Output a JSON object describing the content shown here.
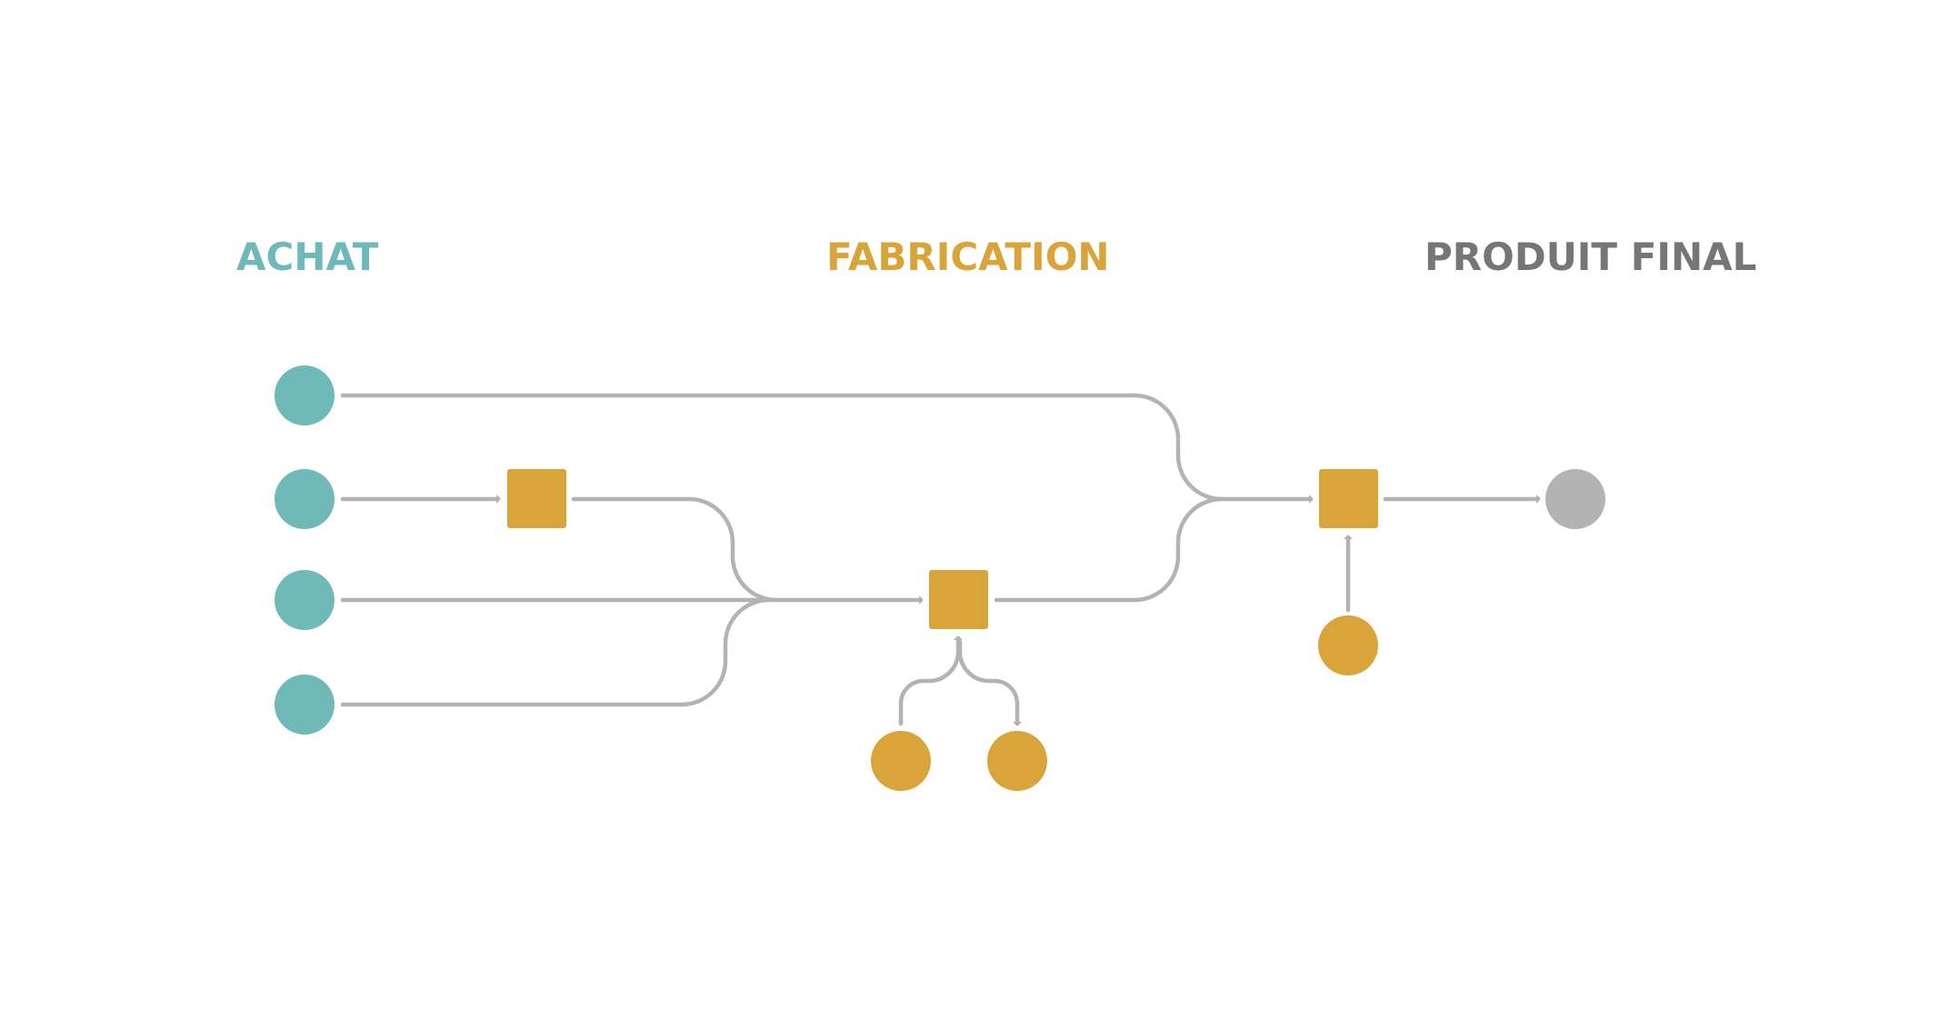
{
  "headers": {
    "purchase": "ACHAT",
    "manufacturing": "FABRICATION",
    "final_product": "PRODUIT FINAL"
  },
  "colors": {
    "purchase": "#6fb9b9",
    "manufacturing": "#d9a53a",
    "final_product": "#b3b3b3",
    "final_header": "#767676",
    "connector": "#b3b3b3"
  }
}
